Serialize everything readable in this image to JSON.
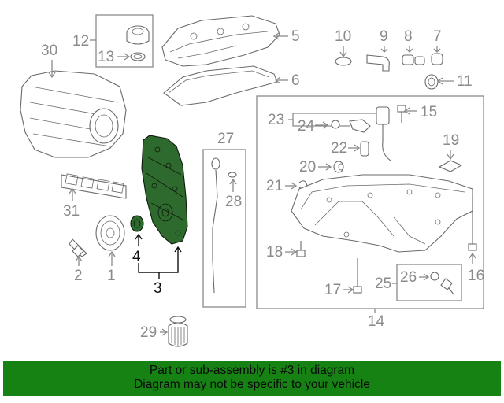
{
  "callouts": {
    "c1": "1",
    "c2": "2",
    "c3": "3",
    "c4": "4",
    "c5": "5",
    "c6": "6",
    "c7": "7",
    "c8": "8",
    "c9": "9",
    "c10": "10",
    "c11": "11",
    "c12": "12",
    "c13": "13",
    "c14": "14",
    "c15": "15",
    "c16": "16",
    "c17": "17",
    "c18": "18",
    "c19": "19",
    "c20": "20",
    "c21": "21",
    "c22": "22",
    "c23": "23",
    "c24": "24",
    "c25": "25",
    "c26": "26",
    "c27": "27",
    "c28": "28",
    "c29": "29",
    "c30": "30",
    "c31": "31"
  },
  "highlight_color": "#2e6a2e",
  "footer": {
    "line1": "Part or sub-assembly is #3 in diagram",
    "line2": "Diagram may not be specific to your vehicle",
    "background": "#178214"
  }
}
